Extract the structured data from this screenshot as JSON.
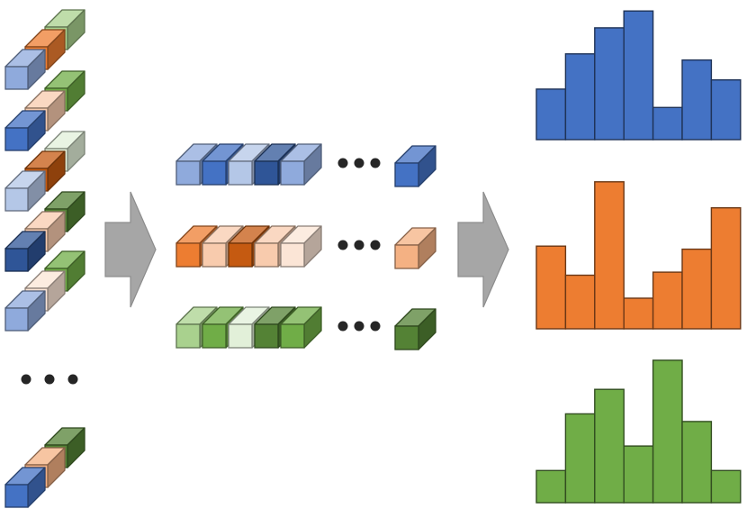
{
  "colors": {
    "blue": "#4472C4",
    "blue_dark": "#2F5597",
    "blue_medium": "#8FAADC",
    "blue_light": "#B4C7E7",
    "orange": "#ED7D31",
    "orange_dark": "#C55A11",
    "orange_medium": "#F4B183",
    "orange_light": "#F8CBAD",
    "orange_pale": "#FBE5D6",
    "green": "#70AD47",
    "green_dark": "#548235",
    "green_medium": "#A9D18E",
    "green_pale": "#E2F0D9",
    "arrow": "#A6A6A6",
    "dot": "#262626"
  },
  "input_stacks": [
    [
      "green_medium",
      "orange",
      "blue_medium"
    ],
    [
      "green",
      "orange_light",
      "blue"
    ],
    [
      "green_pale",
      "orange_dark",
      "blue_light"
    ],
    [
      "green_dark",
      "orange_light",
      "blue_dark"
    ],
    [
      "green",
      "orange_pale",
      "blue_medium"
    ],
    [
      "green_dark",
      "orange_medium",
      "blue"
    ]
  ],
  "feature_rows": [
    {
      "cubes": [
        "blue_medium",
        "blue",
        "blue_light",
        "blue_dark",
        "blue_medium"
      ],
      "last": "blue"
    },
    {
      "cubes": [
        "orange",
        "orange_light",
        "orange_dark",
        "orange_light",
        "orange_pale"
      ],
      "last": "orange_medium"
    },
    {
      "cubes": [
        "green_medium",
        "green",
        "green_pale",
        "green_dark",
        "green"
      ],
      "last": "green_dark"
    }
  ],
  "histograms": [
    {
      "color": "blue",
      "values": [
        0.33,
        0.56,
        0.73,
        0.84,
        0.21,
        0.52,
        0.39
      ]
    },
    {
      "color": "orange",
      "values": [
        0.54,
        0.35,
        0.96,
        0.2,
        0.37,
        0.52,
        0.79
      ]
    },
    {
      "color": "green",
      "values": [
        0.21,
        0.58,
        0.74,
        0.37,
        0.93,
        0.53,
        0.21
      ]
    }
  ]
}
